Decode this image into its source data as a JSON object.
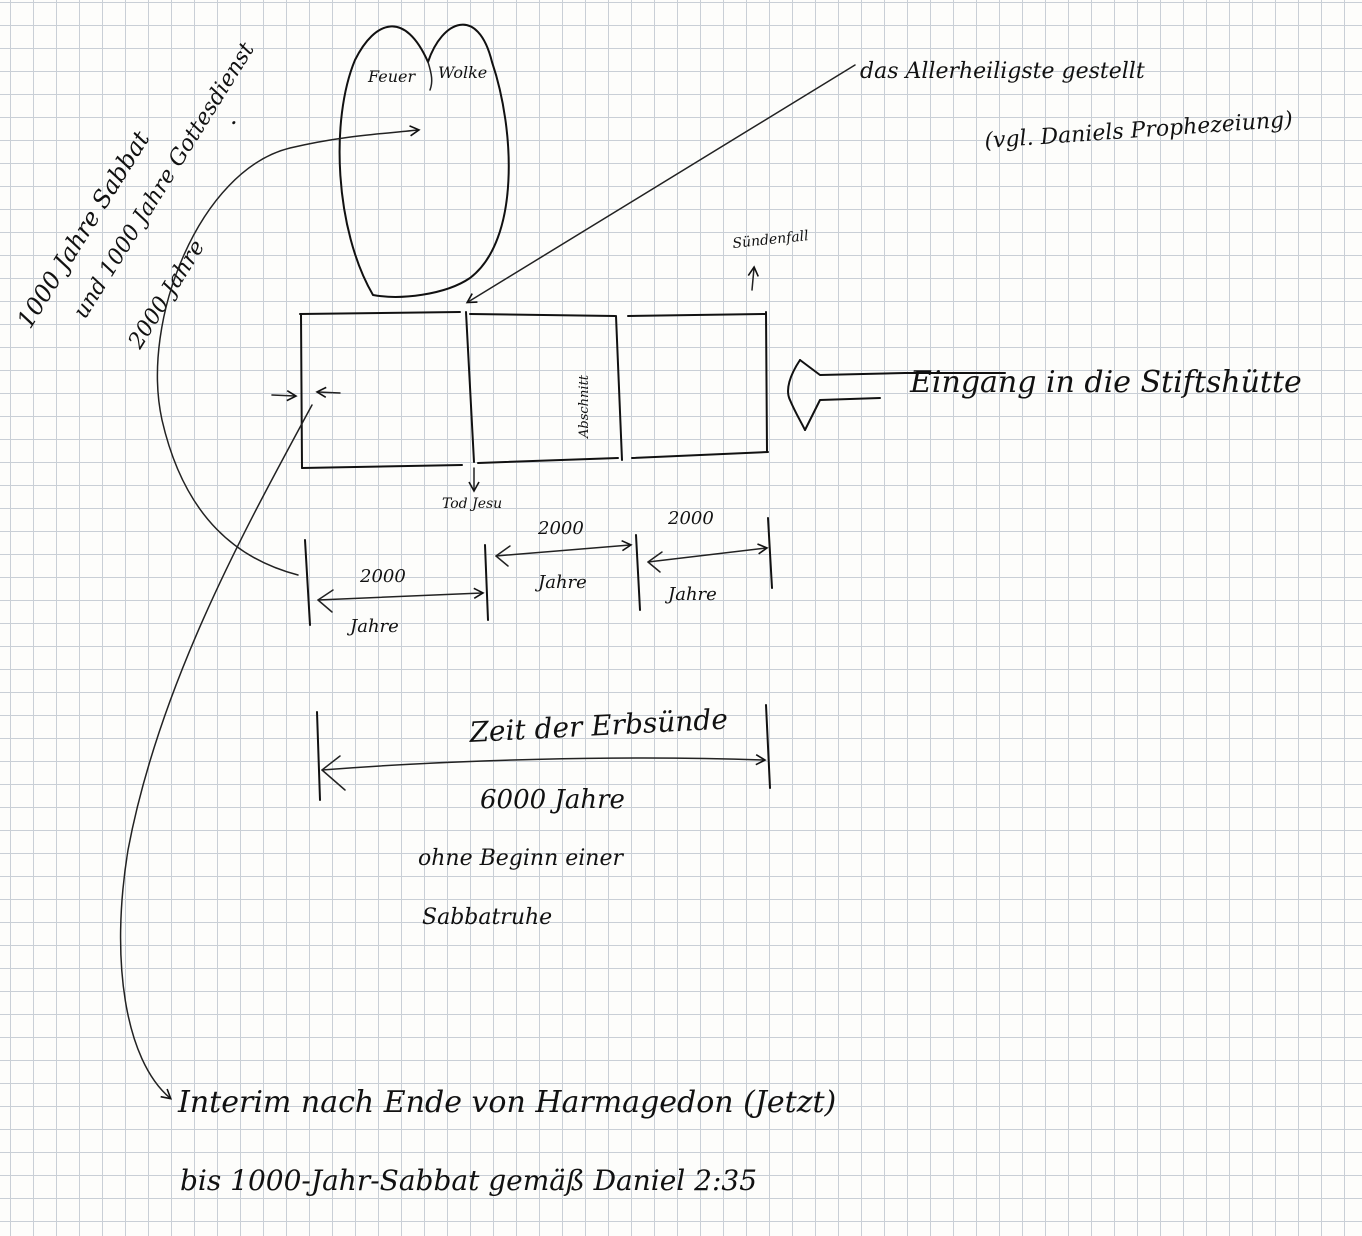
{
  "cloud": {
    "left_label": "Feuer",
    "right_label": "Wolke"
  },
  "notes": {
    "top_right_line1": "das Allerheiligste gestellt",
    "top_right_line2": "(vgl. Daniels Prophezeiung)",
    "left_vertical_line1": "1000 Jahre Sabbat",
    "left_vertical_line2": "und 1000 Jahre Gottesdienst",
    "left_vertical_line3": "2000 Jahre",
    "entrance": "Eingang in die Stiftshütte",
    "small_top": "Sündenfall",
    "divider": "Abschnitt",
    "death": "Tod Jesu"
  },
  "spans": [
    {
      "number": "2000",
      "unit": "Jahre"
    },
    {
      "number": "2000",
      "unit": "Jahre"
    },
    {
      "number": "2000",
      "unit": "Jahre"
    }
  ],
  "era": {
    "title": "Zeit der Erbsünde",
    "years": "6000 Jahre",
    "note_line1": "ohne Beginn einer",
    "note_line2": "Sabbatruhe"
  },
  "bottom": {
    "line1": "Interim nach Ende von Harmagedon (Jetzt)",
    "line2": "bis 1000-Jahr-Sabbat gemäß Daniel 2:35"
  },
  "colors": {
    "ink": "#111111",
    "grid": "#c9cfd6",
    "paper": "#fdfdfb"
  }
}
